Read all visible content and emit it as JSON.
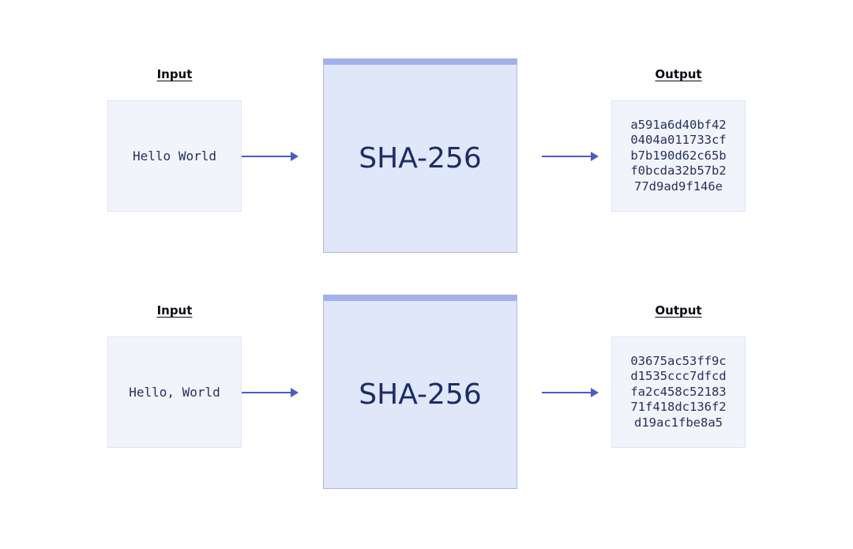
{
  "rows": [
    {
      "input_label": "Input",
      "input_text": "Hello World",
      "algorithm": "SHA-256",
      "output_label": "Output",
      "output_lines": [
        "a591a6d40bf42",
        "0404a011733cf",
        "b7b190d62c65b",
        "f0bcda32b57b2",
        "77d9ad9f146e"
      ]
    },
    {
      "input_label": "Input",
      "input_text": "Hello, World",
      "algorithm": "SHA-256",
      "output_label": "Output",
      "output_lines": [
        "03675ac53ff9c",
        "d1535ccc7dfcd",
        "fa2c458c52183",
        "71f418dc136f2",
        "d19ac1fbe8a5"
      ]
    }
  ],
  "colors": {
    "arrow": "#4a5cc4",
    "text": "#26305f",
    "algorithm_fill": "#dfe7f9",
    "box_fill": "#f2f4fc"
  }
}
